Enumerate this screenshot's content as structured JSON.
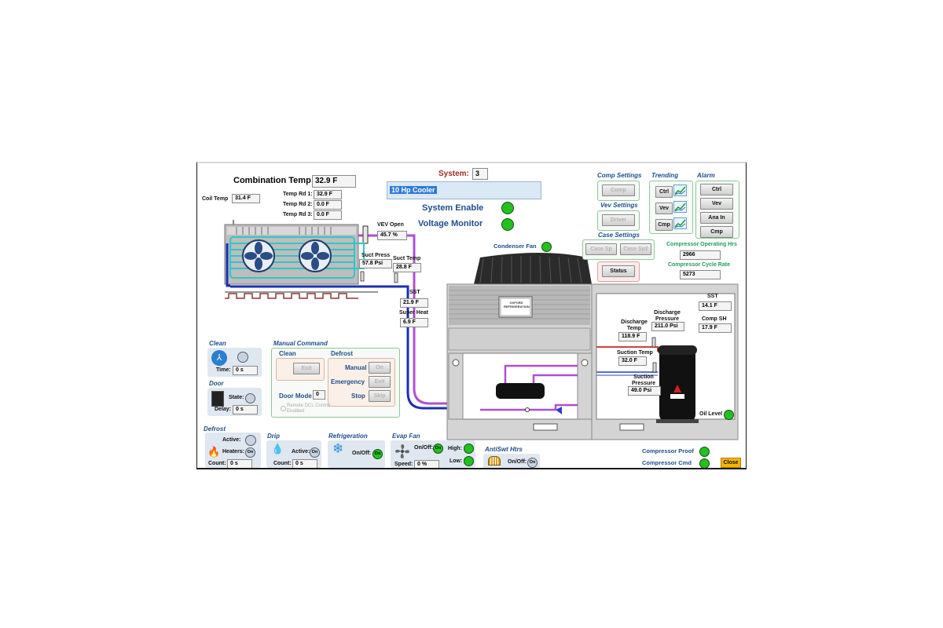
{
  "system": {
    "label": "System:",
    "number": "3",
    "description": "10 Hp Cooler"
  },
  "combination_temp": {
    "label": "Combination Temp",
    "value": "32.9 F"
  },
  "coil_temp": {
    "label": "Coil Temp",
    "value": "31.4 F"
  },
  "temp_readings": [
    {
      "label": "Temp Rd 1:",
      "value": "32.9 F"
    },
    {
      "label": "Temp Rd 2:",
      "value": "0.0 F"
    },
    {
      "label": "Temp Rd 3:",
      "value": "0.0 F"
    }
  ],
  "status": {
    "system_enable": "System Enable",
    "voltage_monitor": "Voltage Monitor",
    "condenser_fan": "Condenser Fan"
  },
  "vev": {
    "label": "VEV Open",
    "value": "45.7 %"
  },
  "suction": {
    "press_label": "Suct Press",
    "press_value": "57.8 Psi",
    "temp_label": "Suct Temp",
    "temp_value": "28.8 F"
  },
  "evap_sst": {
    "label": "SST",
    "value": "21.9 F"
  },
  "super_heat": {
    "label": "Super Heat",
    "value": "6.9 F"
  },
  "comp_settings": {
    "title": "Comp Settings",
    "button": "Comp"
  },
  "vev_settings": {
    "title": "Vev Settings",
    "button": "Driver"
  },
  "case_settings": {
    "title": "Case Settings",
    "button1": "Case Sp",
    "button2": "Case Sp2",
    "status_button": "Status"
  },
  "trending": {
    "title": "Trending",
    "buttons": [
      "Ctrl",
      "Vev",
      "Cmp"
    ]
  },
  "alarm": {
    "title": "Alarm",
    "buttons": [
      "Ctrl",
      "Vev",
      "Ana In",
      "Cmp"
    ]
  },
  "compressor_hrs": {
    "label": "Compressor Operating Hrs",
    "value": "2966"
  },
  "compressor_cycle": {
    "label": "Compressor Cycle Rate",
    "value": "5273"
  },
  "condenser": {
    "sst_label": "SST",
    "sst_value": "14.1 F",
    "comp_sh_label": "Comp SH",
    "comp_sh_value": "17.9 F",
    "discharge_pressure_label": "Discharge Pressure",
    "discharge_pressure_value": "211.0 Psi",
    "discharge_temp_label": "Discharge Temp",
    "discharge_temp_value": "118.9 F",
    "suction_temp_label": "Suction Temp",
    "suction_temp_value": "32.0 F",
    "suction_pressure_label": "Suction Pressure",
    "suction_pressure_value": "49.0 Psi",
    "oil_level_label": "Oil Level"
  },
  "clean": {
    "title": "Clean",
    "time_label": "Time:",
    "time_value": "0 s"
  },
  "door": {
    "title": "Door",
    "state_label": "State:",
    "delay_label": "Delay:",
    "delay_value": "0 s"
  },
  "defrost_status": {
    "title": "Defrost",
    "active_label": "Active:",
    "heaters_label": "Heaters:",
    "heaters_led": "On",
    "count_label": "Count:",
    "count_value": "0 s"
  },
  "drip": {
    "title": "Drip",
    "active_label": "Active:",
    "active_led": "On",
    "count_label": "Count:",
    "count_value": "0 s"
  },
  "refrigeration": {
    "title": "Refrigeration",
    "onoff_label": "On/Off:",
    "led": "On"
  },
  "evap_fan": {
    "title": "Evap Fan",
    "onoff_label": "On/Off:",
    "led": "On",
    "speed_label": "Speed:",
    "speed_value": "0 %",
    "high_label": "High:",
    "low_label": "Low:"
  },
  "antiswt": {
    "title": "AntiSwt Htrs",
    "onoff_label": "On/Off:",
    "led": "On"
  },
  "manual_command": {
    "title": "Manual Command",
    "clean_title": "Clean",
    "clean_button": "Exit",
    "defrost_title": "Defrost",
    "manual_label": "Manual",
    "manual_button": "On",
    "emergency_label": "Emergency",
    "emergency_button": "Exit",
    "stop_label": "Stop",
    "stop_button": "Skip",
    "door_mode_label": "Door Mode",
    "door_mode_value": "0",
    "remote_dcl": "Remote DCL Control Enabled"
  },
  "bottom_right": {
    "compressor_proof": "Compressor Proof",
    "compressor_cmd": "Compressor Cmd",
    "close_button": "Close"
  },
  "unit_plate": {
    "brand": "OXFORD REFRIGERATION"
  },
  "colors": {
    "accent_blue": "#1f4e8c",
    "led_green": "#22c11c",
    "status_green": "#1e9e5a",
    "system_red": "#9b2d20"
  }
}
